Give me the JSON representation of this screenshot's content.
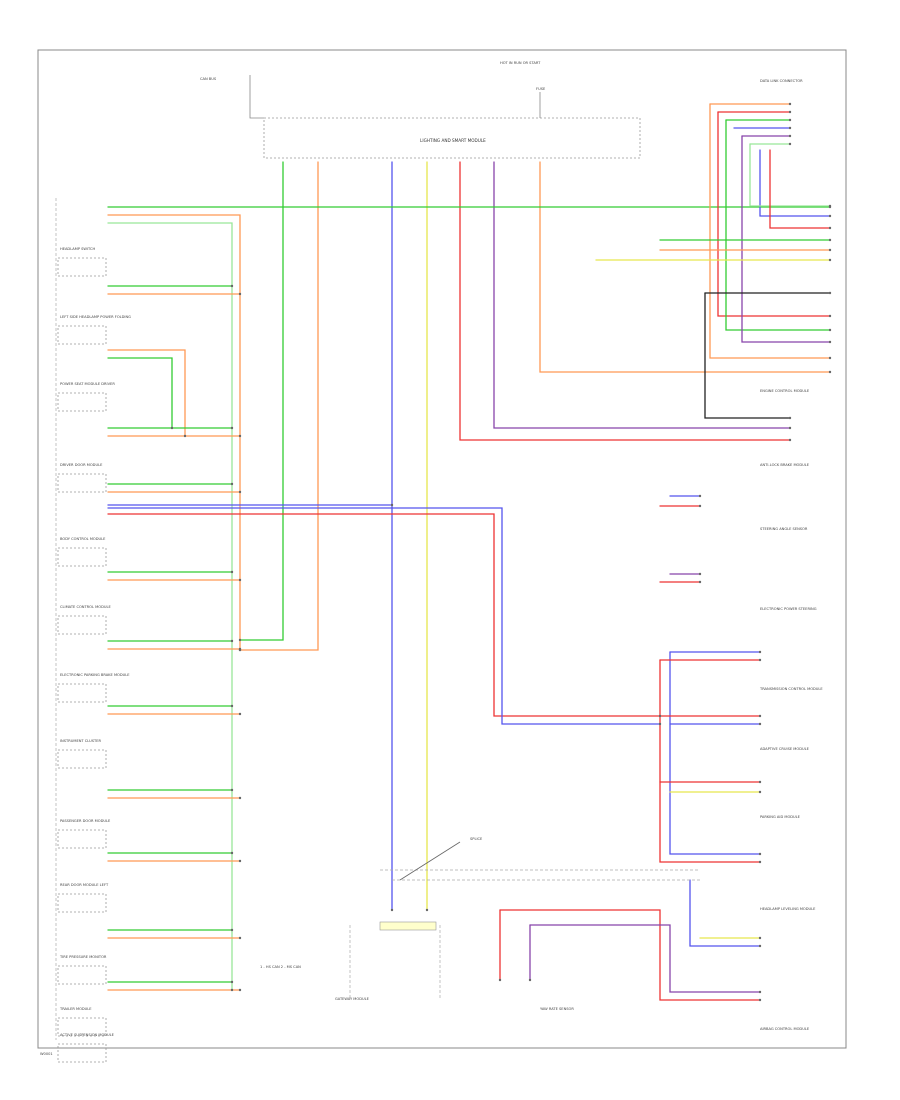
{
  "colors": {
    "green": "#33cc33",
    "light_green": "#99e699",
    "orange": "#ff9955",
    "red": "#ee3333",
    "blue": "#5555ee",
    "purple": "#8844aa",
    "yellow": "#e6e64d",
    "black": "#222222",
    "gray": "#888888",
    "frame": "#888888"
  },
  "footer": {
    "page_id": "W0001"
  },
  "main_module": {
    "title": "LIGHTING AND SMART MODULE"
  },
  "labels": {
    "hot_in_run": "HOT IN RUN OR START",
    "fuse": "FUSE",
    "ground_note": "CAN BUS",
    "legend": "1 - HS CAN  2 - MS CAN",
    "splice_note": "SPLICE"
  },
  "left_components": [
    "HEADLAMP SWITCH",
    "LEFT SIDE HEADLAMP POWER FOLDING",
    "POWER SEAT MODULE DRIVER",
    "DRIVER DOOR MODULE",
    "BODY CONTROL MODULE",
    "CLIMATE CONTROL MODULE",
    "ELECTRONIC PARKING BRAKE MODULE",
    "INSTRUMENT CLUSTER",
    "PASSENGER DOOR MODULE",
    "REAR DOOR MODULE LEFT",
    "TIRE PRESSURE MONITOR",
    "TRAILER MODULE",
    "ACTIVE SUSPENSION MODULE"
  ],
  "right_components": [
    "DATA LINK CONNECTOR",
    "ENGINE CONTROL MODULE",
    "ANTI-LOCK BRAKE MODULE",
    "STEERING ANGLE SENSOR",
    "ELECTRONIC POWER STEERING",
    "TRANSMISSION CONTROL MODULE",
    "ADAPTIVE CRUISE MODULE",
    "PARKING AID MODULE",
    "HEADLAMP LEVELING MODULE",
    "AIRBAG CONTROL MODULE"
  ],
  "bottom_components": [
    "GATEWAY MODULE",
    "YAW RATE SENSOR"
  ]
}
